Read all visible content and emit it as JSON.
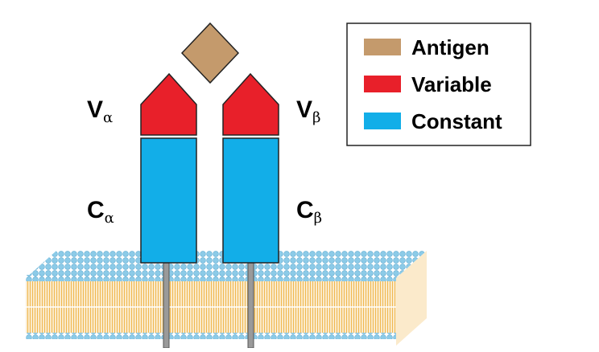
{
  "labels": {
    "v_alpha": {
      "main": "V",
      "sub": "α"
    },
    "v_beta": {
      "main": "V",
      "sub": "β"
    },
    "c_alpha": {
      "main": "C",
      "sub": "α"
    },
    "c_beta": {
      "main": "C",
      "sub": "β"
    }
  },
  "legend": {
    "items": [
      {
        "label": "Antigen",
        "color": "#c49a6c"
      },
      {
        "label": "Variable",
        "color": "#e8202a"
      },
      {
        "label": "Constant",
        "color": "#12aee8"
      }
    ]
  },
  "colors": {
    "antigen": "#c49a6c",
    "variable": "#e8202a",
    "constant": "#12aee8",
    "membrane_head": "#7fc6e6",
    "membrane_tail": "#f0b850",
    "stalk": "#9a9a9a"
  }
}
